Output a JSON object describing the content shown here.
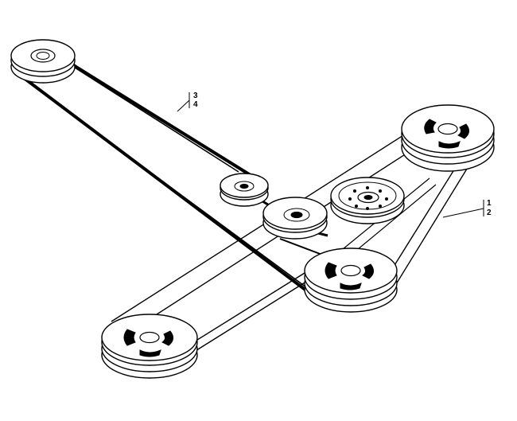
{
  "callouts": {
    "upper_belt": [
      "3",
      "4"
    ],
    "lower_belt": [
      "1",
      "2"
    ]
  },
  "colors": {
    "line": "#000000",
    "fill": "#ffffff"
  },
  "parts": [
    "idler-pulley-top-left",
    "idler-pulley-middle",
    "idler-pulley-center",
    "flat-idler-pulley",
    "spindle-pulley-left",
    "spindle-pulley-center",
    "spindle-pulley-right",
    "upper-belt",
    "lower-belt"
  ]
}
